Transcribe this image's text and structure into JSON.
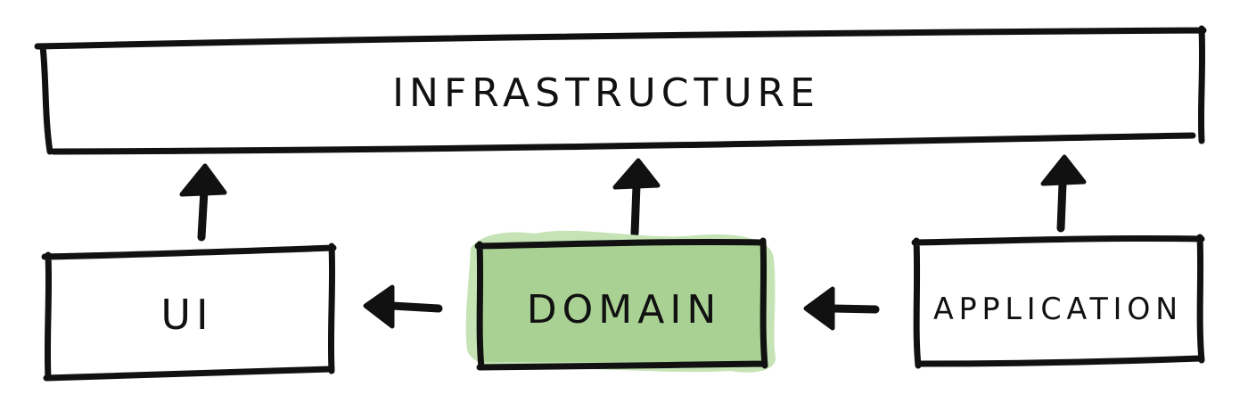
{
  "diagram": {
    "infrastructure": {
      "label": "INFRASTRUCTURE"
    },
    "ui": {
      "label": "UI"
    },
    "domain": {
      "label": "DOMAIN"
    },
    "application": {
      "label": "APPLICATION"
    }
  },
  "colors": {
    "ink": "#111111",
    "highlight": "#c5e3b4",
    "domain_fill": "#a9d193",
    "background": "#ffffff"
  },
  "relationships": [
    {
      "from": "UI",
      "to": "INFRASTRUCTURE"
    },
    {
      "from": "DOMAIN",
      "to": "INFRASTRUCTURE"
    },
    {
      "from": "APPLICATION",
      "to": "INFRASTRUCTURE"
    },
    {
      "from": "DOMAIN",
      "to": "UI"
    },
    {
      "from": "APPLICATION",
      "to": "DOMAIN"
    }
  ]
}
